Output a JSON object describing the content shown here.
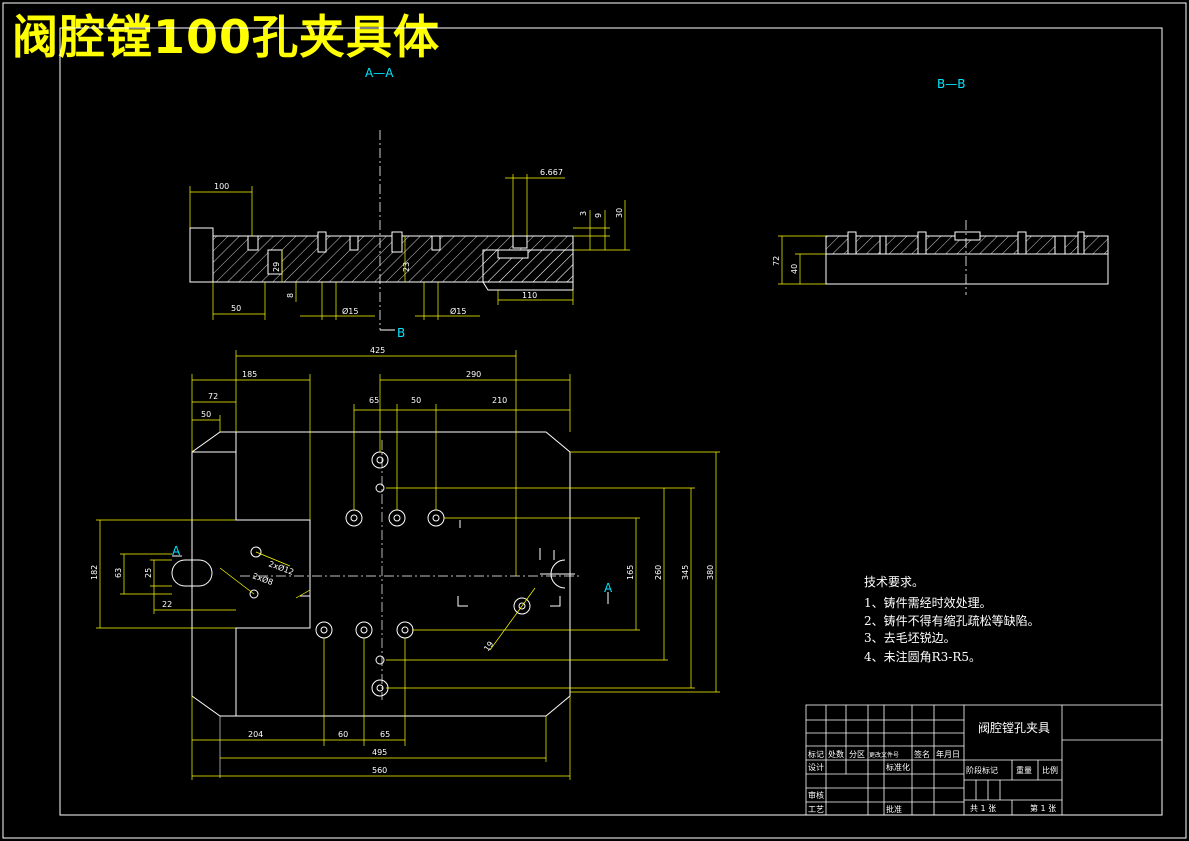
{
  "drawing": {
    "title": "阀腔镗100孔夹具体",
    "section_aa": "A—A",
    "section_bb": "B—B",
    "marker_a": "A",
    "marker_b": "B"
  },
  "dims": {
    "top_view": [
      "100",
      "6.667",
      "3",
      "9",
      "30",
      "29",
      "23",
      "8",
      "50",
      "Ø15",
      "Ø15",
      "110"
    ],
    "bb_view": [
      "72",
      "40"
    ],
    "plan_top": [
      "425",
      "185",
      "290",
      "72",
      "65",
      "50",
      "210",
      "50"
    ],
    "plan_right": [
      "165",
      "260",
      "345",
      "380"
    ],
    "plan_left": [
      "182",
      "63",
      "25",
      "22"
    ],
    "plan_bottom": [
      "204",
      "60",
      "65",
      "495",
      "560"
    ],
    "holes": [
      "2xØ12",
      "2xØ8",
      "19"
    ]
  },
  "notes": {
    "heading": "技术要求。",
    "items": [
      "1、铸件需经时效处理。",
      "2、铸件不得有缩孔疏松等缺陷。",
      "3、去毛坯锐边。",
      "4、未注圆角R3-R5。"
    ]
  },
  "title_block": {
    "part_name": "阀腔镗孔夹具",
    "row_labels": [
      "标记",
      "处数",
      "分区",
      "更改文件号",
      "签名",
      "年月日"
    ],
    "design": "设计",
    "standard": "标准化",
    "review": "审核",
    "process": "工艺",
    "approve": "批准",
    "stage_labels": [
      "阶段标记",
      "重量",
      "比例"
    ],
    "sheet_total": "共 1 张",
    "sheet_no": "第 1 张"
  },
  "colors": {
    "title": "#ffff00",
    "outline": "#ffffff",
    "dimension": "#ffff00",
    "section": "#00e5ff"
  }
}
